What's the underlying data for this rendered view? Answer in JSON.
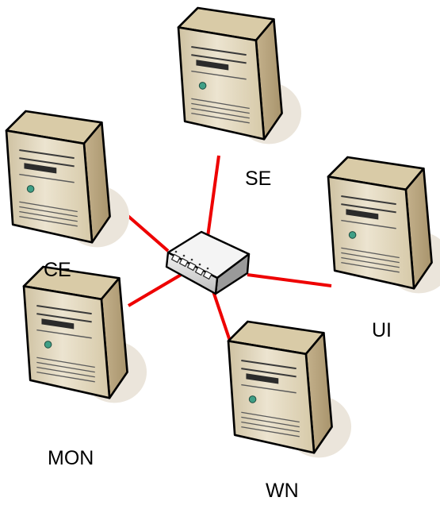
{
  "nodes": {
    "se": {
      "label": "SE"
    },
    "ce": {
      "label": "CE"
    },
    "ui": {
      "label": "UI"
    },
    "mon": {
      "label": "MON"
    },
    "wn": {
      "label": "WN"
    }
  },
  "hub": {
    "icon": "network-switch-icon"
  },
  "colors": {
    "link": "#ee0000",
    "case_front": "#e7ddc6",
    "case_side": "#bcaa85",
    "case_top": "#d8cba8",
    "shadow": "#e9e3d9",
    "outline": "#000000",
    "led": "#3f9f86"
  }
}
